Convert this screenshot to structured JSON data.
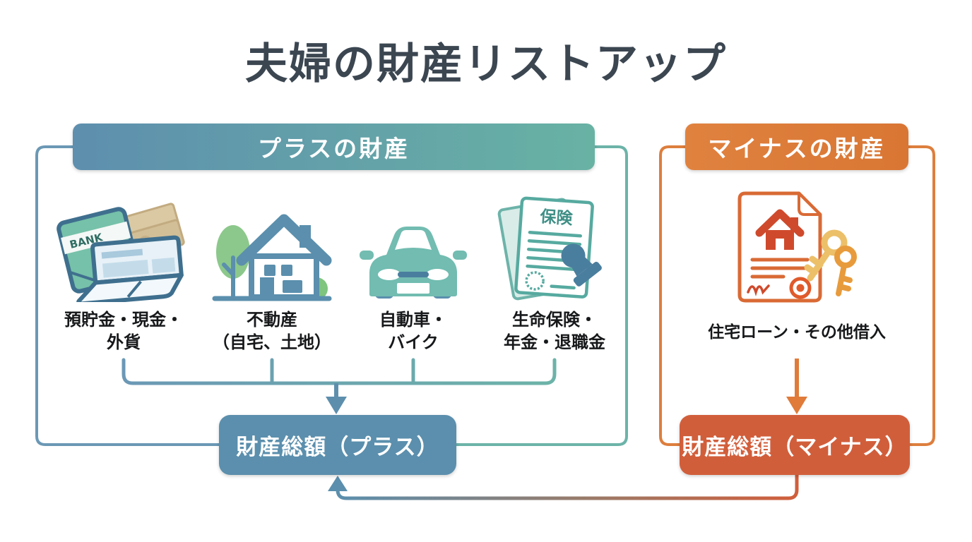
{
  "title": "夫婦の財産リストアップ",
  "plus_section": {
    "header": "プラスの財産",
    "items": [
      {
        "icon": "bankbook-cash-laptop-icon",
        "label": "預貯金・現金・\n外貨"
      },
      {
        "icon": "house-icon",
        "label": "不動産\n（自宅、土地）"
      },
      {
        "icon": "car-icon",
        "label": "自動車・\nバイク"
      },
      {
        "icon": "insurance-documents-icon",
        "label": "生命保険・\n年金・退職金"
      }
    ],
    "total": "財産総額（プラス）"
  },
  "minus_section": {
    "header": "マイナスの財産",
    "items": [
      {
        "icon": "mortgage-contract-keys-icon",
        "label": "住宅ローン・その他借入"
      }
    ],
    "total": "財産総額（マイナス）"
  },
  "icon_text": {
    "bank": "BANK",
    "insurance": "保険"
  },
  "colors": {
    "title_text": "#3b4651",
    "plus_header_gradient_start": "#5e8fae",
    "plus_header_gradient_end": "#68b2a4",
    "plus_total_bg": "#5b8fad",
    "minus_header_bg": "#dd7e3d",
    "minus_total_bg": "#d15e3b",
    "connector_blue": "#6b98b5",
    "connector_teal": "#6cb3a8",
    "connector_orange": "#dd7e3d"
  }
}
